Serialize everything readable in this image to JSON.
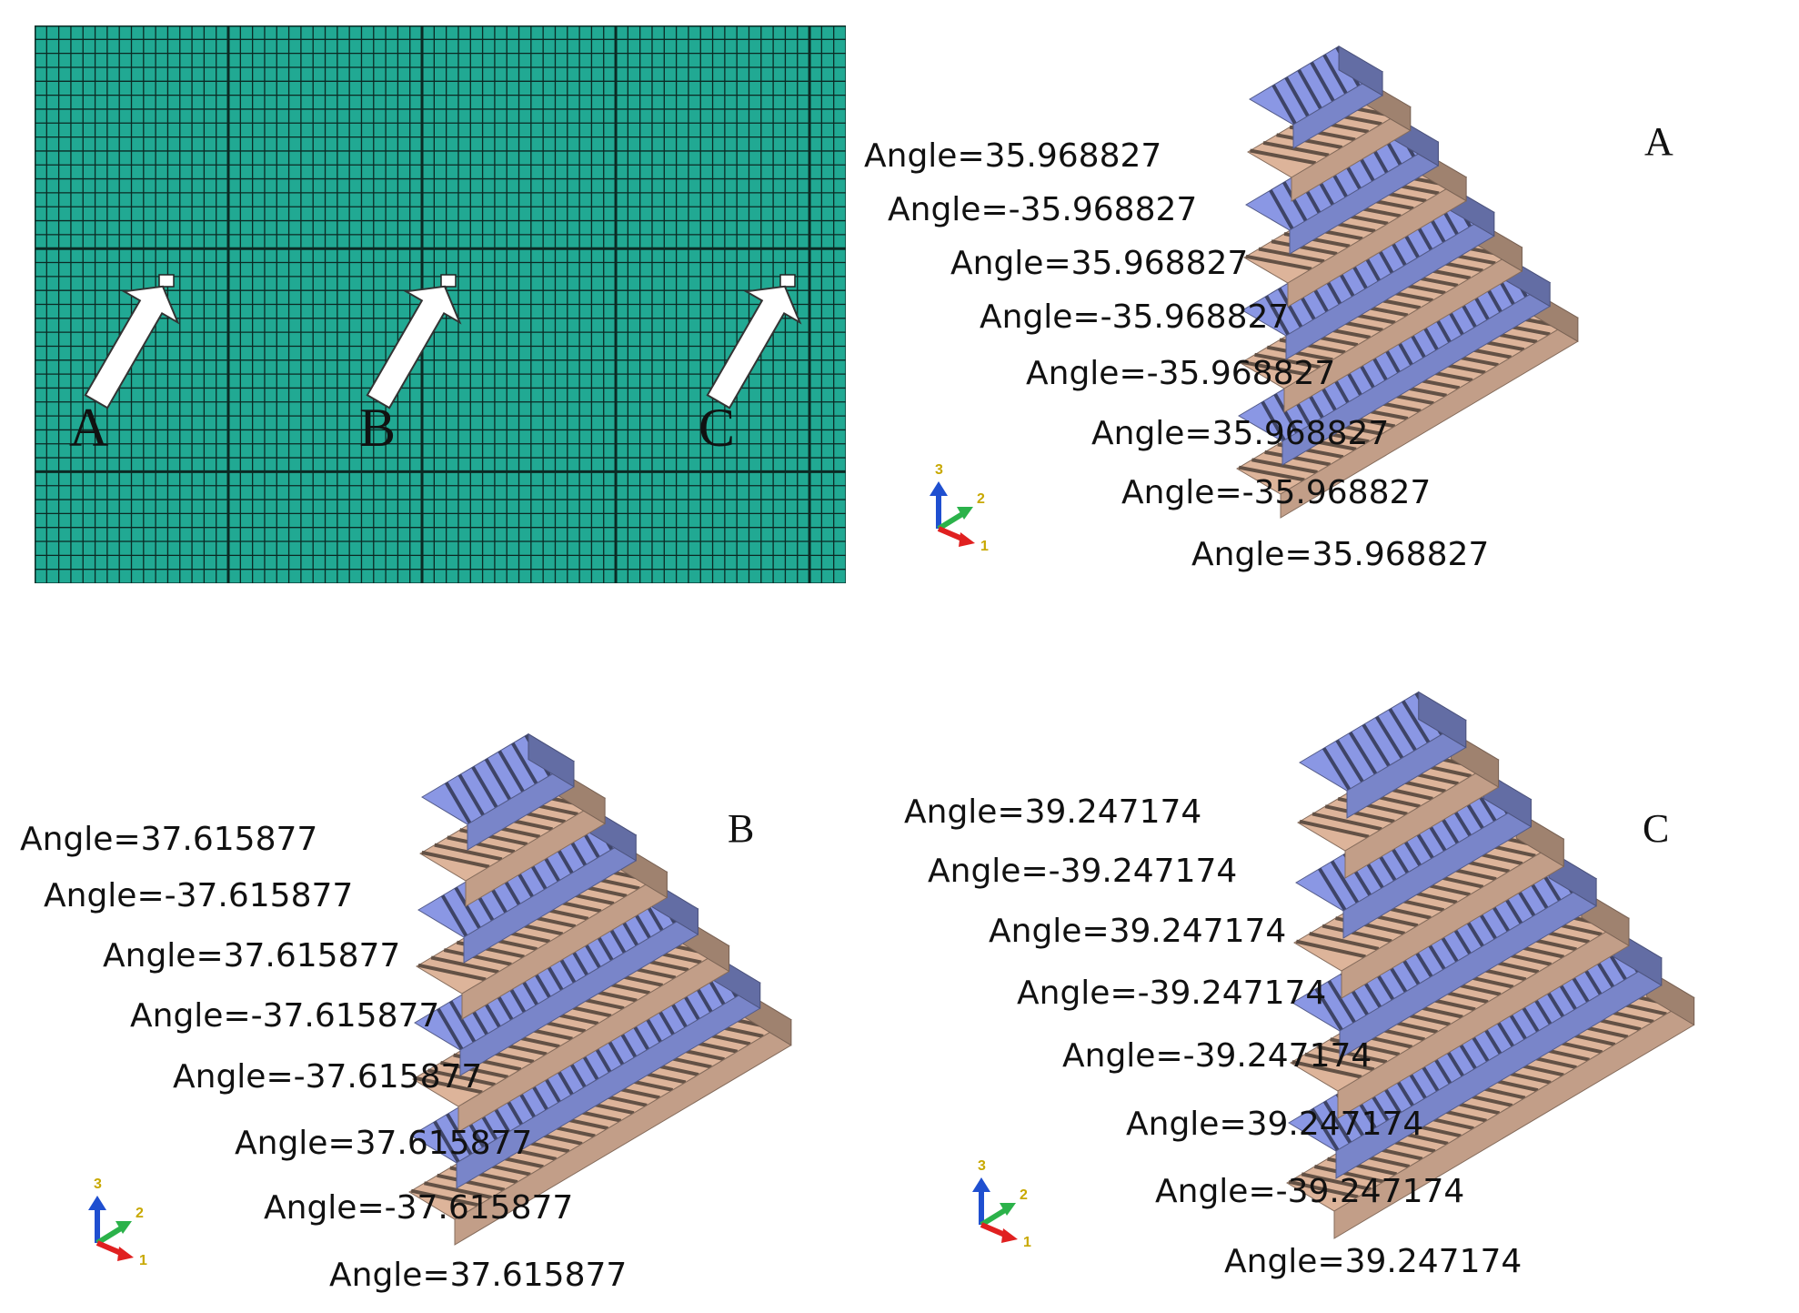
{
  "mesh": {
    "points": [
      {
        "label": "A"
      },
      {
        "label": "B"
      },
      {
        "label": "C"
      }
    ]
  },
  "panels": [
    {
      "id": "A",
      "letter": "A",
      "angles": [
        "Angle=35.968827",
        "Angle=-35.968827",
        "Angle=35.968827",
        "Angle=-35.968827",
        "Angle=-35.968827",
        "Angle=35.968827",
        "Angle=-35.968827",
        "Angle=35.968827"
      ],
      "triad": {
        "axes": [
          "3",
          "2",
          "1"
        ]
      }
    },
    {
      "id": "B",
      "letter": "B",
      "angles": [
        "Angle=37.615877",
        "Angle=-37.615877",
        "Angle=37.615877",
        "Angle=-37.615877",
        "Angle=-37.615877",
        "Angle=37.615877",
        "Angle=-37.615877",
        "Angle=37.615877"
      ],
      "triad": {
        "axes": [
          "3",
          "2",
          "1"
        ]
      }
    },
    {
      "id": "C",
      "letter": "C",
      "angles": [
        "Angle=39.247174",
        "Angle=-39.247174",
        "Angle=39.247174",
        "Angle=-39.247174",
        "Angle=-39.247174",
        "Angle=39.247174",
        "Angle=-39.247174",
        "Angle=39.247174"
      ],
      "triad": {
        "axes": [
          "3",
          "2",
          "1"
        ]
      }
    }
  ],
  "colors": {
    "mesh_fill": "#21a993",
    "mesh_line": "#0b2a24",
    "ply_blue": "#8a97e4",
    "ply_tan": "#ddb49a",
    "axis_1": "#e02020",
    "axis_2": "#2bb24a",
    "axis_3": "#1f4fd0",
    "axis_num": "#c8a800"
  }
}
